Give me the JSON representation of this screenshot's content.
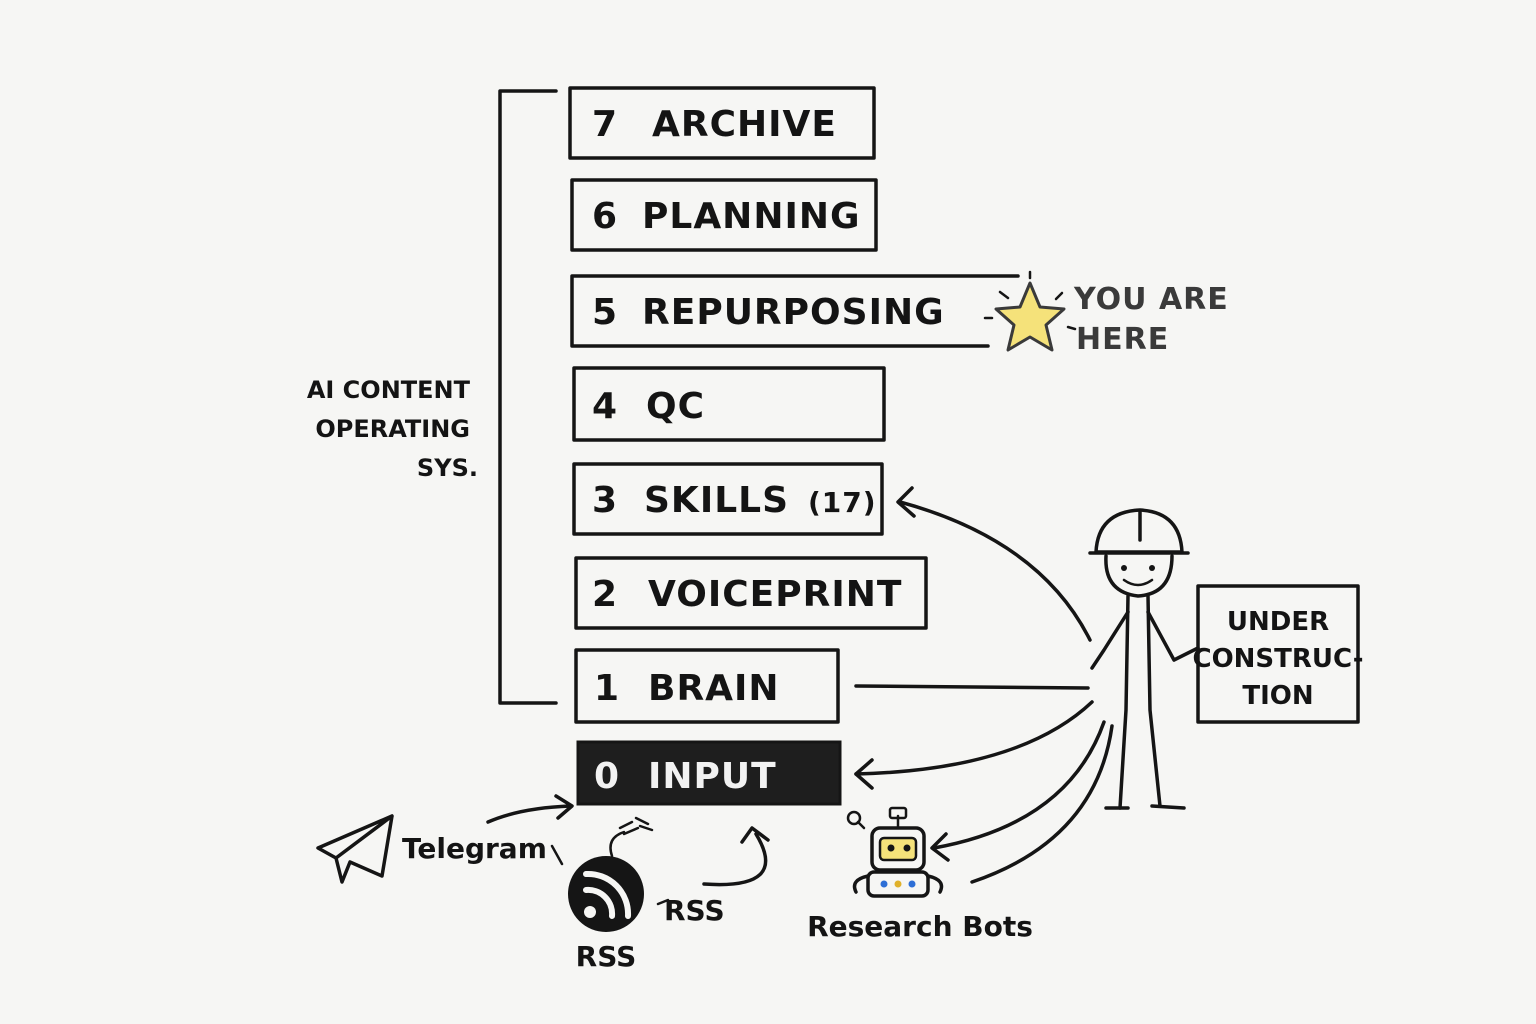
{
  "stack_caption": {
    "line1": "AI CONTENT",
    "line2": "OPERATING",
    "line3": "SYS."
  },
  "layers": [
    {
      "number": "7",
      "name": "ARCHIVE",
      "count": ""
    },
    {
      "number": "6",
      "name": "PLANNING",
      "count": ""
    },
    {
      "number": "5",
      "name": "REPURPOSING",
      "count": ""
    },
    {
      "number": "4",
      "name": "QC",
      "count": ""
    },
    {
      "number": "3",
      "name": "SKILLS",
      "count": "(17)"
    },
    {
      "number": "2",
      "name": "VOICEPRINT",
      "count": ""
    },
    {
      "number": "1",
      "name": "BRAIN",
      "count": ""
    }
  ],
  "input_layer": {
    "number": "0",
    "name": "INPUT"
  },
  "you_are_here": {
    "line1": "YOU ARE",
    "line2": "HERE"
  },
  "construction_sign": {
    "line1": "UNDER",
    "line2": "CONSTRUC-",
    "line3": "TION"
  },
  "sources": {
    "telegram": "Telegram",
    "rss_icon_label": "RSS",
    "rss_arrow_label": "RSS",
    "research_bots": "Research Bots"
  },
  "icons": {
    "telegram": "paper-plane-icon",
    "rss": "rss-feed-icon",
    "robot": "robot-icon",
    "star": "star-icon",
    "worker": "stick-figure-hardhat-icon"
  },
  "colors": {
    "ink": "#151515",
    "paper": "#f6f6f4",
    "input_fill": "#1e1e1e",
    "star_fill": "#f5e27a",
    "star_stroke": "#3a3a3a"
  }
}
